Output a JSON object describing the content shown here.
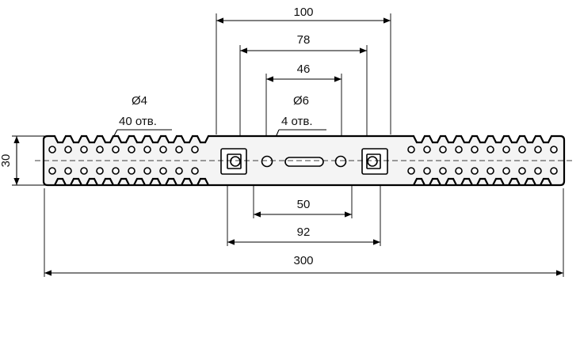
{
  "drawing": {
    "dimensions": {
      "d100": "100",
      "d78": "78",
      "d46": "46",
      "d50": "50",
      "d92": "92",
      "d300": "300",
      "d30": "30"
    },
    "callouts": {
      "small_holes_diameter": "Ø4",
      "small_holes_count": "40 отв.",
      "large_holes_diameter": "Ø6",
      "large_holes_count": "4 отв."
    },
    "colors": {
      "line": "#000000",
      "part_fill": "#f4f4f4",
      "background": "#ffffff"
    }
  }
}
